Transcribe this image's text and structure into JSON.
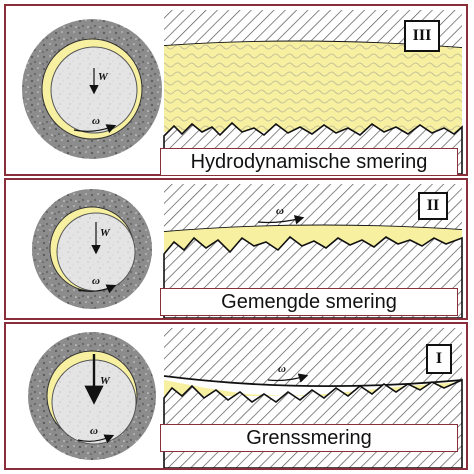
{
  "panels": [
    {
      "roman": "III",
      "label": "Hydrodynamische smering",
      "load": "W",
      "omega": "ω"
    },
    {
      "roman": "II",
      "label": "Gemengde smering",
      "load": "W",
      "omega": "ω"
    },
    {
      "roman": "I",
      "label": "Grenssmering",
      "load": "W",
      "omega": "ω"
    }
  ],
  "colors": {
    "frame": "#8a2e3a",
    "lubricant": "#f7f0a0",
    "bearing": "#8c8c8c",
    "shaft": "#dcdcdc"
  },
  "icons": [
    "bearing-cross-section-icon",
    "load-arrow-icon",
    "rotation-arrow-icon",
    "hatched-surface-icon"
  ]
}
